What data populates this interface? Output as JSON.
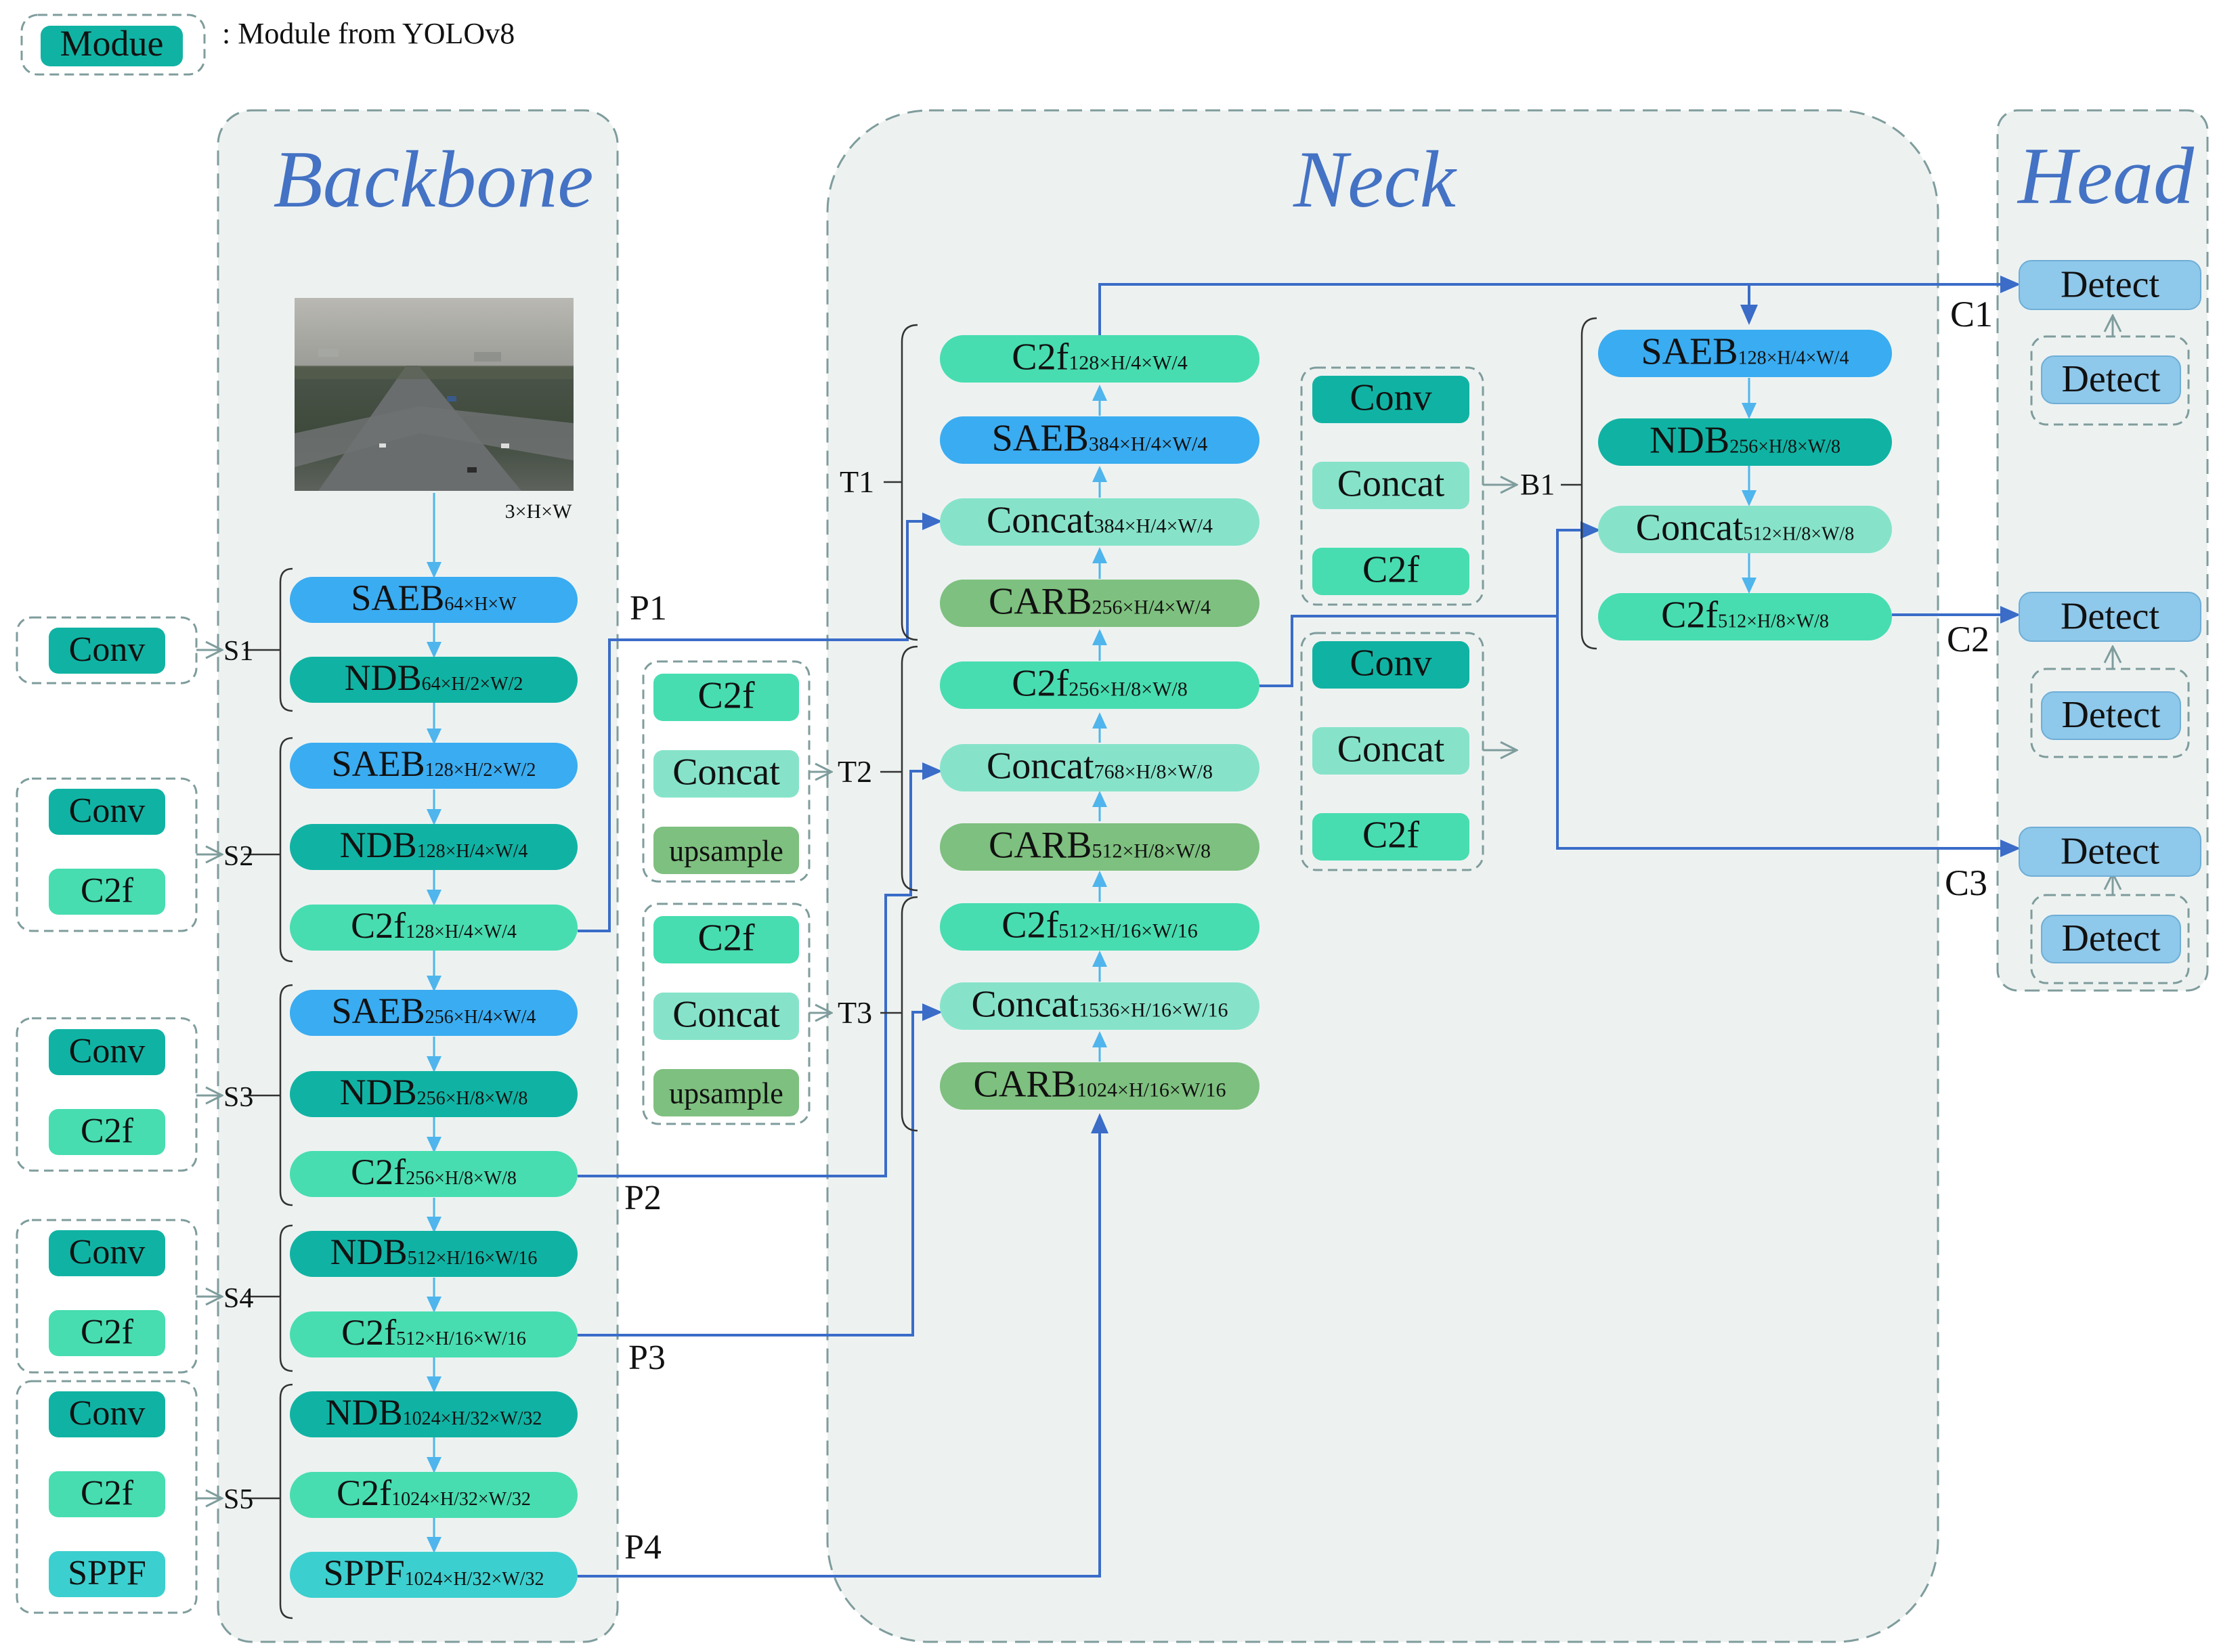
{
  "legend": {
    "chip_label": "Modue",
    "description": ": Module from YOLOv8"
  },
  "sections": {
    "backbone": "Backbone",
    "neck": "Neck",
    "head": "Head"
  },
  "input": {
    "size_label": "3×H×W"
  },
  "colors": {
    "saeb": "#3aacf1",
    "ndb": "#10b3a3",
    "c2f": "#47ddb0",
    "concat": "#86e3c9",
    "carb": "#7ec07f",
    "upsample": "#7ec07f",
    "conv": "#10b3a3",
    "sppf": "#3ccfcf",
    "detect": "#8ec8ea",
    "arrow_main": "#3a6cc8",
    "arrow_light": "#4fb5ec",
    "panel_fill": "#edf2f1",
    "panel_stroke": "#7f9c9c",
    "title_color": "#4472c4"
  },
  "backbone": {
    "blocks": [
      {
        "name": "SAEB",
        "sub": "64×H×W",
        "type": "saeb"
      },
      {
        "name": "NDB",
        "sub": "64×H/2×W/2",
        "type": "ndb"
      },
      {
        "name": "SAEB",
        "sub": "128×H/2×W/2",
        "type": "saeb"
      },
      {
        "name": "NDB",
        "sub": "128×H/4×W/4",
        "type": "ndb"
      },
      {
        "name": "C2f",
        "sub": "128×H/4×W/4",
        "type": "c2f"
      },
      {
        "name": "SAEB",
        "sub": "256×H/4×W/4",
        "type": "saeb"
      },
      {
        "name": "NDB",
        "sub": "256×H/8×W/8",
        "type": "ndb"
      },
      {
        "name": "C2f",
        "sub": "256×H/8×W/8",
        "type": "c2f"
      },
      {
        "name": "NDB",
        "sub": "512×H/16×W/16",
        "type": "ndb"
      },
      {
        "name": "C2f",
        "sub": "512×H/16×W/16",
        "type": "c2f"
      },
      {
        "name": "NDB",
        "sub": "1024×H/32×W/32",
        "type": "ndb"
      },
      {
        "name": "C2f",
        "sub": "1024×H/32×W/32",
        "type": "c2f"
      },
      {
        "name": "SPPF",
        "sub": "1024×H/32×W/32",
        "type": "sppf"
      }
    ],
    "stage_labels": [
      "S1",
      "S2",
      "S3",
      "S4",
      "S5"
    ],
    "stage_legends": [
      [
        {
          "name": "Conv",
          "type": "conv"
        }
      ],
      [
        {
          "name": "Conv",
          "type": "conv"
        },
        {
          "name": "C2f",
          "type": "c2f"
        }
      ],
      [
        {
          "name": "Conv",
          "type": "conv"
        },
        {
          "name": "C2f",
          "type": "c2f"
        }
      ],
      [
        {
          "name": "Conv",
          "type": "conv"
        },
        {
          "name": "C2f",
          "type": "c2f"
        }
      ],
      [
        {
          "name": "Conv",
          "type": "conv"
        },
        {
          "name": "C2f",
          "type": "c2f"
        },
        {
          "name": "SPPF",
          "type": "sppf"
        }
      ]
    ],
    "p_labels": [
      "P1",
      "P2",
      "P3",
      "P4"
    ]
  },
  "neck": {
    "blocks": [
      {
        "name": "C2f",
        "sub": "128×H/4×W/4",
        "type": "c2f"
      },
      {
        "name": "SAEB",
        "sub": "384×H/4×W/4",
        "type": "saeb"
      },
      {
        "name": "Concat",
        "sub": "384×H/4×W/4",
        "type": "concat"
      },
      {
        "name": "CARB",
        "sub": "256×H/4×W/4",
        "type": "carb"
      },
      {
        "name": "C2f",
        "sub": "256×H/8×W/8",
        "type": "c2f"
      },
      {
        "name": "Concat",
        "sub": "768×H/8×W/8",
        "type": "concat"
      },
      {
        "name": "CARB",
        "sub": "512×H/8×W/8",
        "type": "carb"
      },
      {
        "name": "C2f",
        "sub": "512×H/16×W/16",
        "type": "c2f"
      },
      {
        "name": "Concat",
        "sub": "1536×H/16×W/16",
        "type": "concat"
      },
      {
        "name": "CARB",
        "sub": "1024×H/16×W/16",
        "type": "carb"
      }
    ],
    "t_labels": [
      "T1",
      "T2",
      "T3"
    ],
    "t_legends": [
      [
        {
          "name": "C2f",
          "type": "c2f"
        },
        {
          "name": "Concat",
          "type": "concat"
        },
        {
          "name": "upsample",
          "type": "upsample"
        }
      ],
      [
        {
          "name": "C2f",
          "type": "c2f"
        },
        {
          "name": "Concat",
          "type": "concat"
        },
        {
          "name": "upsample",
          "type": "upsample"
        }
      ]
    ],
    "b_legends": [
      [
        {
          "name": "Conv",
          "type": "conv"
        },
        {
          "name": "Concat",
          "type": "concat"
        },
        {
          "name": "C2f",
          "type": "c2f"
        }
      ],
      [
        {
          "name": "Conv",
          "type": "conv"
        },
        {
          "name": "Concat",
          "type": "concat"
        },
        {
          "name": "C2f",
          "type": "c2f"
        }
      ]
    ],
    "b_label": "B1",
    "b_blocks": [
      {
        "name": "SAEB",
        "sub": "128×H/4×W/4",
        "type": "saeb"
      },
      {
        "name": "NDB",
        "sub": "256×H/8×W/8",
        "type": "ndb"
      },
      {
        "name": "Concat",
        "sub": "512×H/8×W/8",
        "type": "concat"
      },
      {
        "name": "C2f",
        "sub": "512×H/8×W/8",
        "type": "c2f"
      }
    ]
  },
  "head": {
    "detect_label": "Detect",
    "c_labels": [
      "C1",
      "C2",
      "C3"
    ]
  }
}
